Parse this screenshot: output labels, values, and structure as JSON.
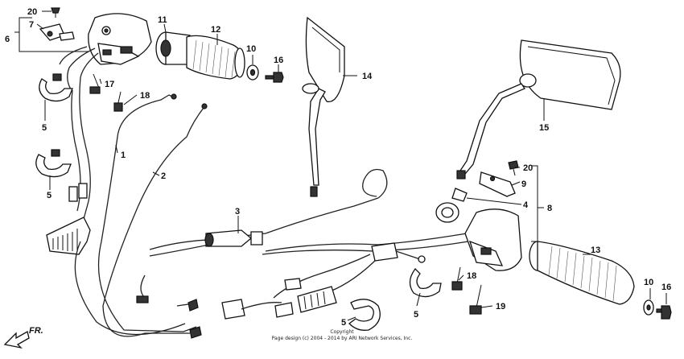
{
  "diagram": {
    "callouts": {
      "c1": "1",
      "c2": "2",
      "c3": "3",
      "c4": "4",
      "c5a": "5",
      "c5b": "5",
      "c5c": "5",
      "c5d": "5",
      "c6": "6",
      "c7": "7",
      "c8": "8",
      "c9": "9",
      "c10a": "10",
      "c10b": "10",
      "c11": "11",
      "c12": "12",
      "c13": "13",
      "c14": "14",
      "c15": "15",
      "c16a": "16",
      "c16b": "16",
      "c17": "17",
      "c18a": "18",
      "c18b": "18",
      "c19": "19",
      "c20a": "20",
      "c20b": "20"
    },
    "direction_label": "FR.",
    "copyright_line1": "Copyright",
    "copyright_line2": "Page design (c) 2004 - 2014 by ARI Network Services, Inc."
  },
  "colors": {
    "ink": "#111111",
    "background": "#ffffff"
  }
}
